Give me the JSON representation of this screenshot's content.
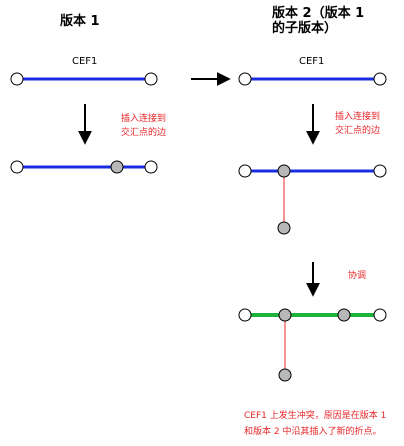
{
  "titles": {
    "version1": "版本 1",
    "version2_line1": "版本 2（版本 1",
    "version2_line2": "的子版本）"
  },
  "feature_labels": {
    "left": "CEF1",
    "right": "CEF1"
  },
  "notes": {
    "insert_left_line1": "插入连接到",
    "insert_left_line2": "交汇点的边",
    "insert_right_line1": "插入连接到",
    "insert_right_line2": "交汇点的边",
    "reconcile": "协调",
    "conflict_line1": "CEF1 上发生冲突，原因是在版本 1",
    "conflict_line2": "和版本 2 中沿其插入了新的折点。"
  },
  "colors": {
    "edge_blue": "#1a2ee0",
    "edge_green": "#1db33a",
    "connector_red": "#e8262a",
    "note_red": "#e8262a",
    "vertex_gray": "#b8b8b8",
    "node_white": "#ffffff"
  }
}
